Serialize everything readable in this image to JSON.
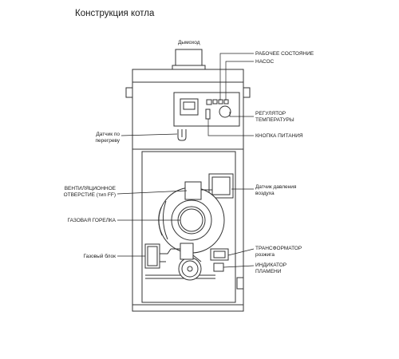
{
  "title": "Конструкция котла",
  "labels": {
    "chimney": "Дымоход",
    "working_state": "РАБОЧЕЕ СОСТОЯНИЕ",
    "pump": "НАСОС",
    "temp_regulator_1": "РЕГУЛЯТОР",
    "temp_regulator_2": "ТЕМПЕРАТУРЫ",
    "power_button": "КНОПКА ПИТАНИЯ",
    "overheat_sensor_1": "Датчик по",
    "overheat_sensor_2": "перегреву",
    "vent_opening_1": "ВЕНТИЛЯЦИОННОЕ",
    "vent_opening_2": "ОТВЕРСТИЕ (тип FF)",
    "air_pressure_sensor_1": "Датчик давления",
    "air_pressure_sensor_2": "воздуха",
    "gas_burner": "ГАЗОВАЯ ГОРЕЛКА",
    "transformer_1": "ТРАНСФОРМАТОР",
    "transformer_2": "розжига",
    "gas_block": "Газовый блок",
    "flame_indicator_1": "ИНДИКАТОР",
    "flame_indicator_2": "ПЛАМЕНИ"
  }
}
